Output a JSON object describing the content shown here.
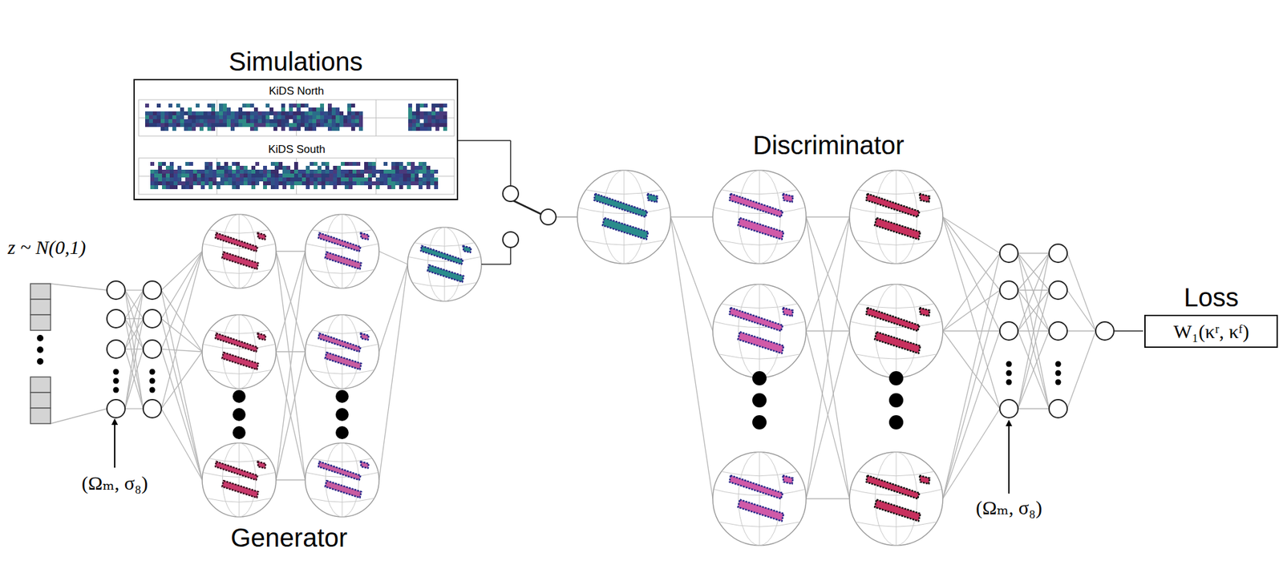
{
  "diagram": {
    "nodes": [
      {
        "text": [
          "Simulations"
        ]
      },
      {
        "text": [
          "KiDS North"
        ],
        "in": 0
      },
      {
        "text": [
          "KiDS South"
        ],
        "in": 0
      },
      {
        "text": [
          "Loss",
          "W₁(κʳ, κᶠ)"
        ]
      }
    ],
    "labels": [
      "z ~ N(0,1)",
      "(Ωₘ, σ₈)",
      "Generator",
      "Discriminator",
      "(Ωₘ, σ₈)"
    ]
  }
}
